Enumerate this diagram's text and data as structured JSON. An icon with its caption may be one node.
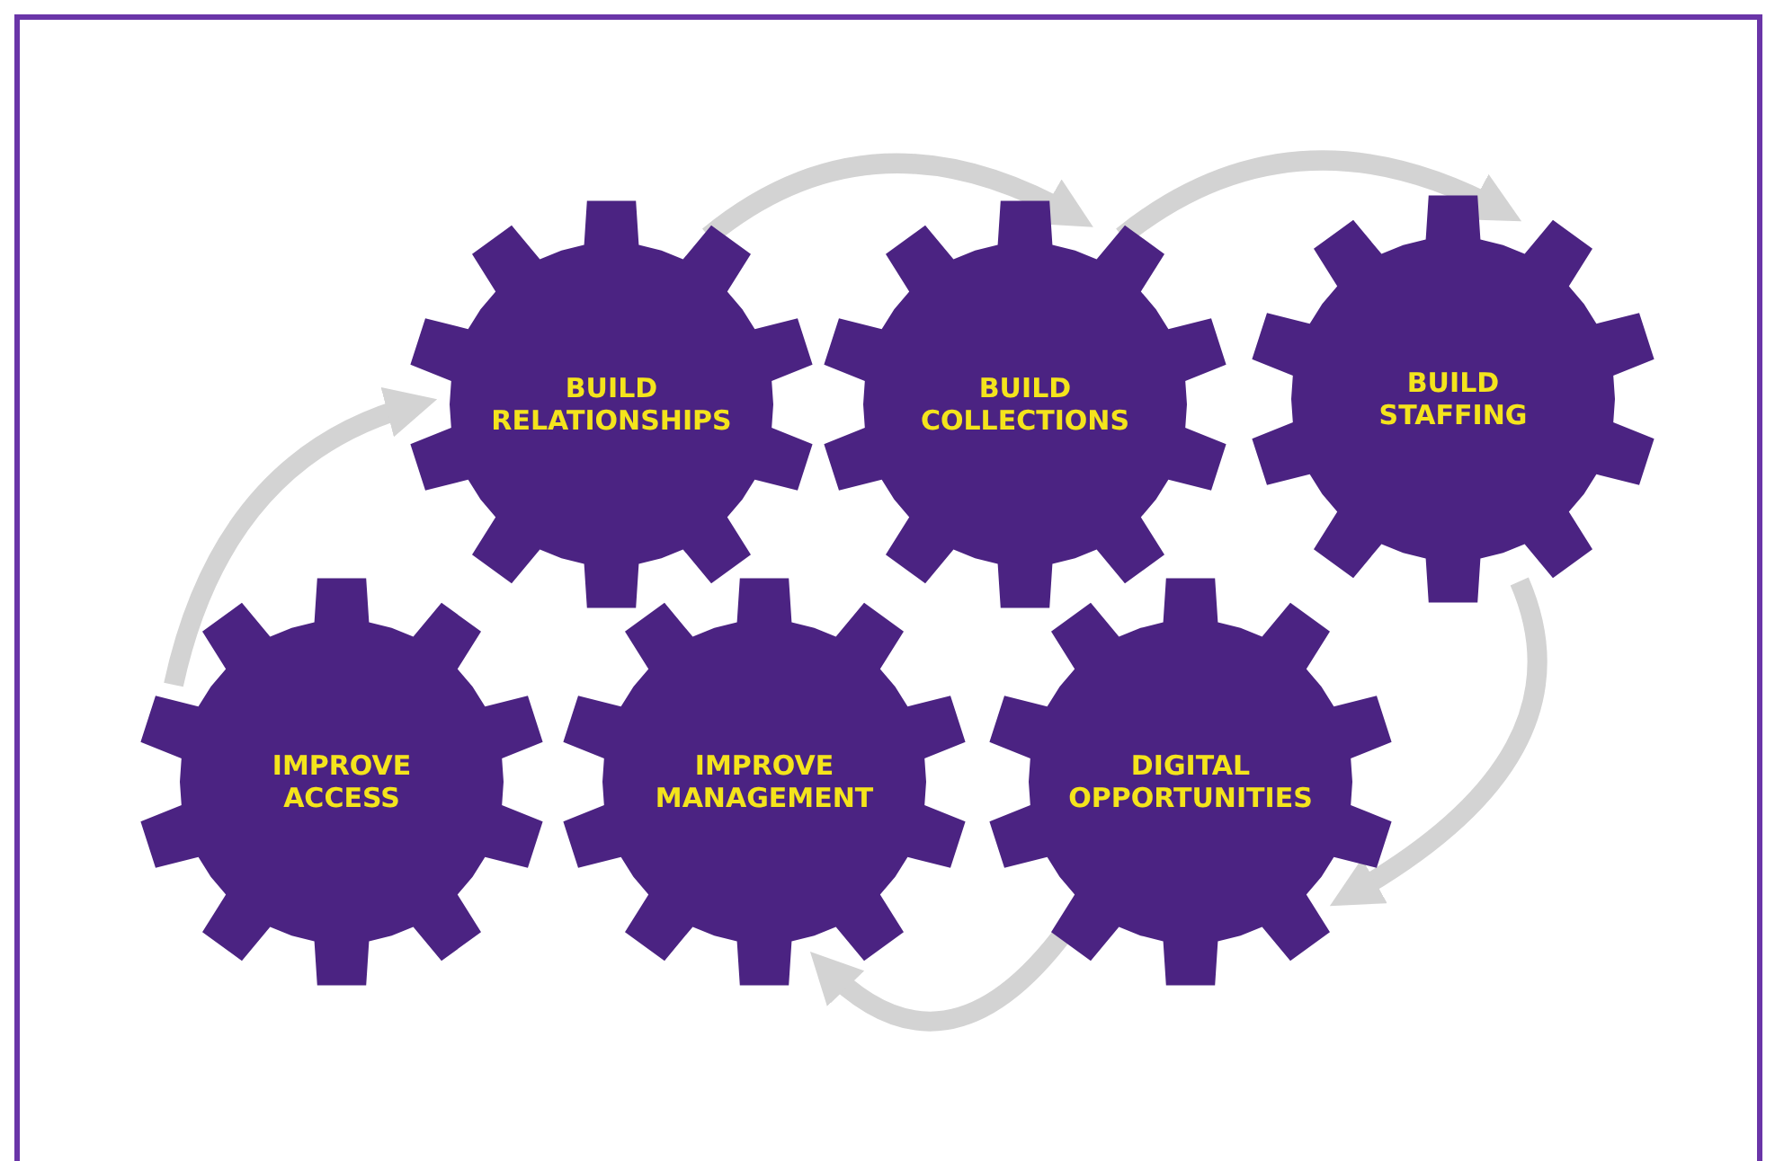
{
  "diagram": {
    "nodes": [
      {
        "text": [
          "BUILD RELATIONSHIPS"
        ]
      },
      {
        "text": [
          "BUILD COLLECTIONS"
        ]
      },
      {
        "text": [
          "BUILD STAFFING"
        ]
      },
      {
        "text": [
          "IMPROVE ACCESS"
        ]
      },
      {
        "text": [
          "IMPROVE MANAGEMENT"
        ]
      },
      {
        "text": [
          "DIGITAL OPPORTUNITIES"
        ]
      }
    ],
    "edges": [
      {
        "from": 3,
        "to": 0,
        "arrow": "to"
      },
      {
        "from": 0,
        "to": 1,
        "arrow": "to"
      },
      {
        "from": 1,
        "to": 2,
        "arrow": "to"
      },
      {
        "from": 2,
        "to": 5,
        "arrow": "to"
      },
      {
        "from": 5,
        "to": 4,
        "arrow": "to"
      }
    ]
  }
}
